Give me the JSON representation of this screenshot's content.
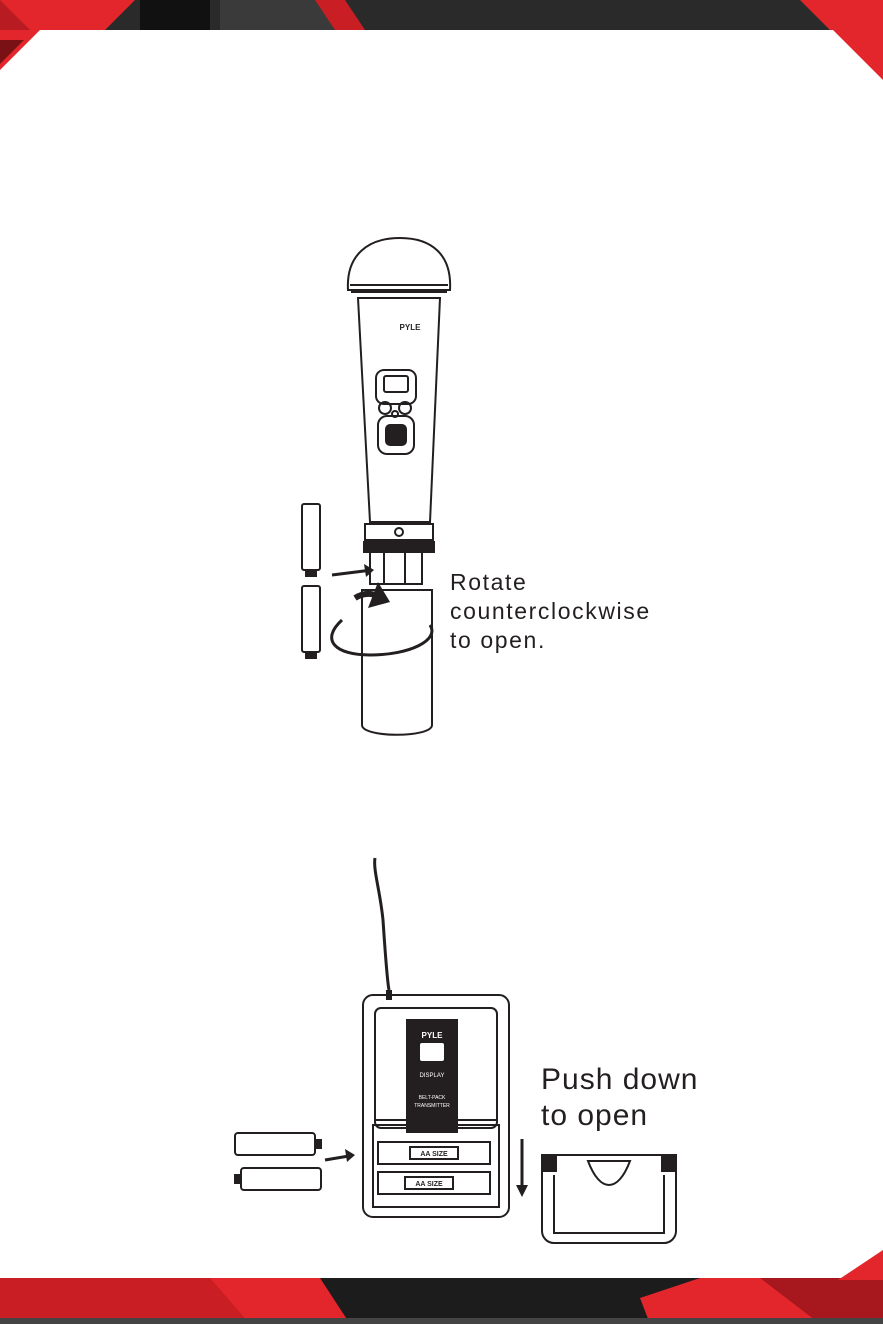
{
  "handheld_section": {
    "mic_brand": "PYLE",
    "caption": "Rotate\ncounterclockwise\nto open."
  },
  "beltpack_section": {
    "brand": "PYLE",
    "display_label": "DISPLAY",
    "device_label_line1": "BELT-PACK",
    "device_label_line2": "TRANSMITTER",
    "battery_label_top": "AA SIZE",
    "battery_label_bottom": "AA SIZE",
    "caption": "Push down\nto open"
  },
  "colors": {
    "accent_red": "#e3262b",
    "dark_band": "#1c1c1c",
    "line": "#231f20"
  }
}
